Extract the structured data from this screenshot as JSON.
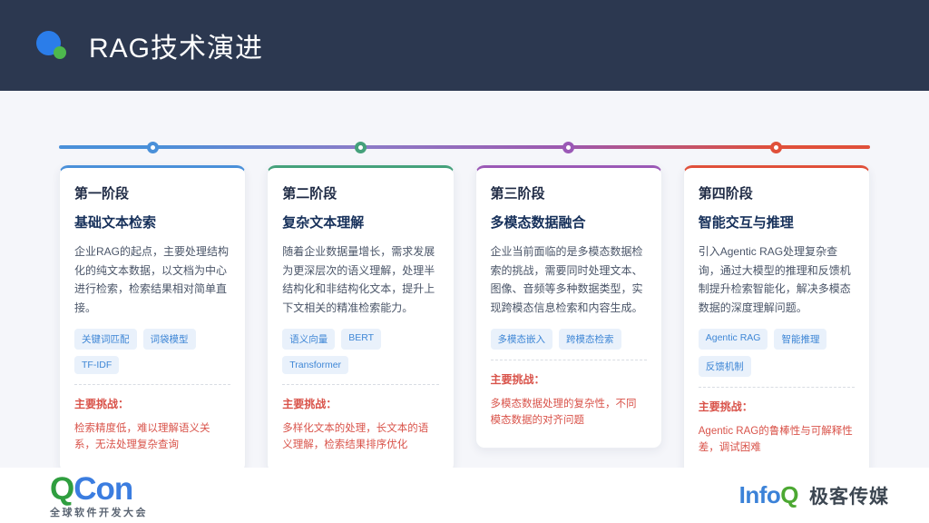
{
  "header": {
    "title": "RAG技术演进"
  },
  "labels": {
    "challenge": "主要挑战："
  },
  "timeline": {
    "gradient": [
      "#4a90d9",
      "#8b7cc8",
      "#9e58ae",
      "#e0503a"
    ]
  },
  "stages": [
    {
      "stage": "第一阶段",
      "title": "基础文本检索",
      "description": "企业RAG的起点，主要处理结构化的纯文本数据，以文档为中心进行检索，检索结果相对简单直接。",
      "tags": [
        "关键词匹配",
        "词袋模型",
        "TF-IDF"
      ],
      "challenge": "检索精度低，难以理解语义关系，无法处理复杂查询",
      "color": "#4a90d9"
    },
    {
      "stage": "第二阶段",
      "title": "复杂文本理解",
      "description": "随着企业数据量增长，需求发展为更深层次的语义理解，处理半结构化和非结构化文本，提升上下文相关的精准检索能力。",
      "tags": [
        "语义向量",
        "BERT",
        "Transformer"
      ],
      "challenge": "多样化文本的处理，长文本的语义理解，检索结果排序优化",
      "color": "#45a17b"
    },
    {
      "stage": "第三阶段",
      "title": "多模态数据融合",
      "description": "企业当前面临的是多模态数据检索的挑战，需要同时处理文本、图像、音频等多种数据类型，实现跨模态信息检索和内容生成。",
      "tags": [
        "多模态嵌入",
        "跨模态检索"
      ],
      "challenge": "多模态数据处理的复杂性，不同模态数据的对齐问题",
      "color": "#9b59b6"
    },
    {
      "stage": "第四阶段",
      "title": "智能交互与推理",
      "description": "引入Agentic RAG处理复杂查询，通过大模型的推理和反馈机制提升检索智能化，解决多模态数据的深度理解问题。",
      "tags": [
        "Agentic RAG",
        "智能推理",
        "反馈机制"
      ],
      "challenge": "Agentic RAG的鲁棒性与可解释性差，调试困难",
      "color": "#e0503a"
    }
  ],
  "footer": {
    "qcon": {
      "q": "Q",
      "con": "Con",
      "subtitle": "全球软件开发大会"
    },
    "infoq": {
      "info": "Info",
      "q": "Q",
      "brand": "极客传媒"
    }
  },
  "colors": {
    "header_bg": "#2c3850",
    "page_bg": "#f5f6fa",
    "card_bg": "#ffffff",
    "tag_text": "#3f87d6",
    "tag_bg": "#e9f1fb",
    "challenge_red": "#d9534a",
    "logo_blue": "#2b7de9",
    "logo_green": "#4db84d"
  }
}
